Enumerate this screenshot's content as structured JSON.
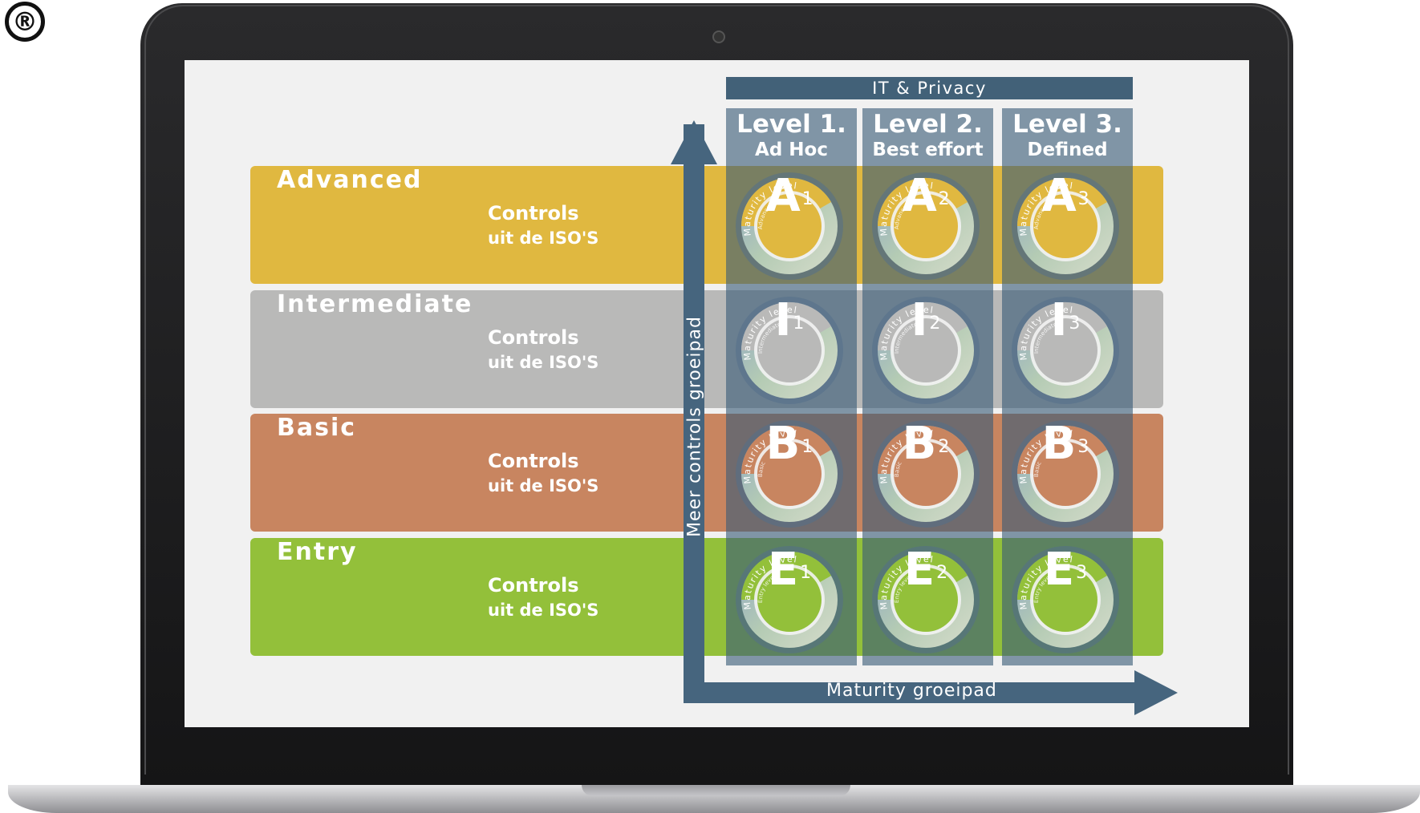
{
  "registered_mark": "®",
  "header": "IT & Privacy",
  "levels": [
    {
      "title": "Level 1.",
      "subtitle": "Ad Hoc"
    },
    {
      "title": "Level 2.",
      "subtitle": "Best effort"
    },
    {
      "title": "Level 3.",
      "subtitle": "Defined"
    }
  ],
  "rows": [
    {
      "name": "Advanced",
      "controls_line1": "Controls",
      "controls_line2": "uit de ISO'S",
      "letter": "A",
      "ring_label": "Maturity level",
      "ring_sublabel": "Advanced",
      "color": "#e0b840"
    },
    {
      "name": "Intermediate",
      "controls_line1": "Controls",
      "controls_line2": "uit de ISO'S",
      "letter": "I",
      "ring_label": "Maturity level",
      "ring_sublabel": "Intermediate",
      "color": "#b9b9b8"
    },
    {
      "name": "Basic",
      "controls_line1": "Controls",
      "controls_line2": "uit de ISO'S",
      "letter": "B",
      "ring_label": "Maturity level",
      "ring_sublabel": "Basic",
      "color": "#c88560"
    },
    {
      "name": "Entry",
      "controls_line1": "Controls",
      "controls_line2": "uit de ISO'S",
      "letter": "E",
      "ring_label": "Maturity level",
      "ring_sublabel": "Entry level",
      "color": "#93c03a"
    }
  ],
  "level_numbers": [
    "1",
    "2",
    "3"
  ],
  "y_axis_label": "Meer controls groeipad",
  "x_axis_label": "Maturity groeipad",
  "colors": {
    "axis": "#46657e",
    "header": "#426178",
    "column_overlay": "#3a5c78"
  }
}
